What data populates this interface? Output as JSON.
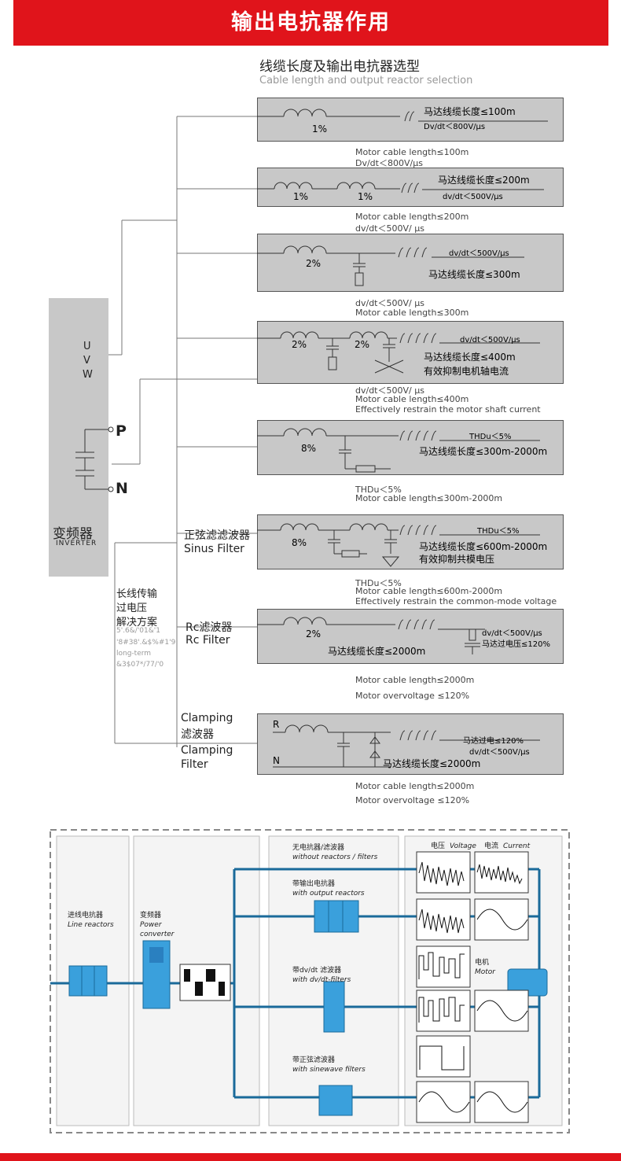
{
  "header": {
    "title": "输出电抗器作用"
  },
  "section": {
    "title_cn": "线缆长度及输出电抗器选型",
    "title_en": "Cable length and output reactor selection"
  },
  "inverter": {
    "uvw": [
      "U",
      "V",
      "W"
    ],
    "p_label": "P",
    "n_label": "N",
    "name_cn": "变频器",
    "name_en": "INVERTER"
  },
  "side_labels": {
    "sinus_cn": "正弦滤滤波器",
    "sinus_en": "Sinus Filter",
    "rc_cn": "Rc滤波器",
    "rc_en": "Rc Filter",
    "clamp_en1": "Clamping",
    "clamp_cn": "滤波器",
    "clamp_en2": "Clamping",
    "clamp_en3": "Filter",
    "long_line": [
      "长线传输",
      "过电压",
      "解决方案"
    ],
    "garbled": [
      "5'.6&/'01&'1",
      "'8#38'.&$%#1'9",
      "long-term",
      "&3$07*/77/'0"
    ]
  },
  "boxes": [
    {
      "pct": "1%",
      "cn": "马达线缆长度≤100m",
      "dv": "Dv/dt＜800V/μs",
      "notes": [
        "Motor cable length≤100m",
        "Dv/dt＜800V/μs"
      ]
    },
    {
      "pct": "1%",
      "pct2": "1%",
      "cn": "马达线缆长度≤200m",
      "dv": "dv/dt＜500V/μs",
      "notes": [
        "Motor cable length≤200m",
        "dv/dt＜500V/ μs"
      ]
    },
    {
      "pct": "2%",
      "cn": "马达线缆长度≤300m",
      "dv": "dv/dt＜500V/μs",
      "notes": [
        "dv/dt＜500V/ μs",
        "Motor cable length≤300m"
      ]
    },
    {
      "pct": "2%",
      "pct2": "2%",
      "cn": "马达线缆长度≤400m",
      "cn2": "有效抑制电机轴电流",
      "dv": "dv/dt＜500V/μs",
      "notes": [
        "dv/dt＜500V/ μs",
        "Motor cable length≤400m",
        "Effectively restrain the motor shaft current"
      ]
    },
    {
      "pct": "8%",
      "cn": "马达线缆长度≤300m-2000m",
      "dv": "THDu＜5%",
      "notes": [
        "THDu＜5%",
        "Motor cable length≤300m-2000m"
      ]
    },
    {
      "pct": "8%",
      "cn": "马达线缆长度≤600m-2000m",
      "cn2": "有效抑制共模电压",
      "dv": "THDu＜5%",
      "notes": [
        "THDu＜5%",
        "Motor cable length≤600m-2000m",
        "Effectively restrain the common-mode voltage"
      ]
    },
    {
      "pct": "2%",
      "cn": "马达线缆长度≤2000m",
      "dv": "dv/dt＜500V/μs",
      "dv2": "马达过电压≤120%",
      "notes": [
        "Motor cable length≤2000m",
        "Motor overvoltage ≤120%"
      ]
    },
    {
      "r": "R",
      "n": "N",
      "cn": "马达线缆长度≤2000m",
      "dv": "马达过电≤120%",
      "dv2": "dv/dt＜500V/μs",
      "notes": [
        "Motor cable length≤2000m",
        "Motor overvoltage ≤120%"
      ]
    }
  ],
  "bottom": {
    "line_reactor_cn": "进线电抗器",
    "line_reactor_en": "Line reactors",
    "converter_cn": "变频器",
    "converter_en1": "Power",
    "converter_en2": "converter",
    "volt_cn": "电压",
    "volt_en": "Voltage",
    "curr_cn": "电流",
    "curr_en": "Current",
    "motor_cn": "电机",
    "motor_en": "Motor",
    "rows": [
      {
        "cn": "无电抗器/滤波器",
        "en": "without reactors / filters"
      },
      {
        "cn": "带输出电抗器",
        "en": "with output reactors"
      },
      {
        "cn": "带dv/dt 滤波器",
        "en": "with dv/dt-filters"
      },
      {
        "cn": "带正弦滤波器",
        "en": "with sinewave filters"
      }
    ]
  },
  "colors": {
    "accent": "#e0141b",
    "box": "#c8c8c8",
    "wire": "#1a6a9a",
    "equip": "#3aa0dc"
  }
}
